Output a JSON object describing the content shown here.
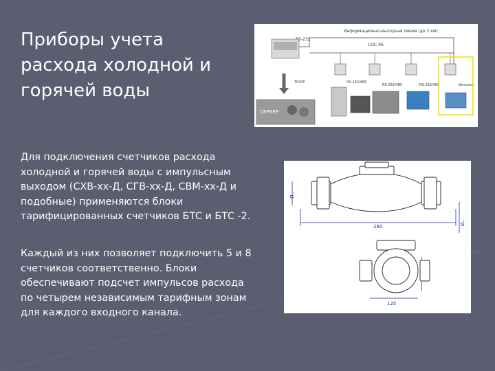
{
  "slide": {
    "title": "Приборы учета\nрасхода холодной и\nгорячей воды",
    "paragraph1": "Для подключения счетчиков расхода холодной и горячей воды с импульсным выходом (СХВ-хх-Д, СГВ-хх-Д, СВМ-хх-Д и подобные) применяются блоки тарифицированных счетчиков БТС и БТС -2.",
    "paragraph2": "Каждый из них позволяет подключить 5 и 8 счетчиков соответственно. Блоки обеспечивают подсчет импульсов расхода по четырем независимым тарифным зонам для каждого входного канала."
  },
  "diagram": {
    "line_label": "Информационно-выходная линия (до 2 км)",
    "rs232_top": "RS-232",
    "coc_label": "СОС-95",
    "tcpip": "TCP/IP",
    "server": "СЕРВЕР",
    "rs232_485_a": "RS-232/485",
    "rs232_485_b": "RS-232/485",
    "rs232_485_c": "RS-232/485",
    "last_label": "Импульс",
    "highlight_color": "#e8e000"
  },
  "drawing": {
    "dim_length": "260",
    "dim_height_left": "Ø..",
    "dim_height_right": "Ø..",
    "dim_bottom": "125",
    "dim_side": "..."
  }
}
